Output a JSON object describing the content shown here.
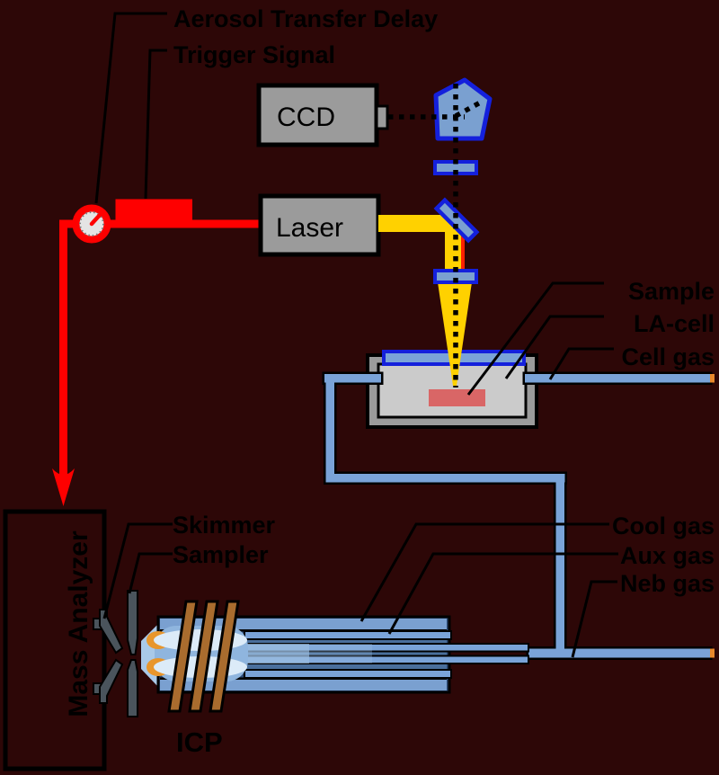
{
  "figure": {
    "title": "LA-ICP-MS instrument schematic",
    "labels": {
      "aerosol_transfer_delay": "Aerosol Transfer Delay",
      "trigger_signal": "Trigger Signal",
      "ccd": "CCD",
      "laser": "Laser",
      "sample": "Sample",
      "la_cell": "LA-cell",
      "cell_gas": "Cell gas",
      "cool_gas": "Cool gas",
      "aux_gas": "Aux gas",
      "neb_gas": "Neb gas",
      "skimmer": "Skimmer",
      "sampler": "Sampler",
      "icp": "ICP",
      "mass_analyzer": "Mass Analyzer"
    },
    "icons": {
      "delay_clock": "clock-icon",
      "trigger_waveform": "square-wave-icon",
      "flow_arrow": "down-arrow-icon"
    },
    "colors": {
      "background": "#2d0707",
      "box_gray": "#9b9b9b",
      "cell_interior_gray": "#cbcbcb",
      "sample_red": "#d96666",
      "optic_fill_blue": "#7aa0d0",
      "optic_border_blue": "#1420dc",
      "tube_blue": "#7aa3d8",
      "torch_dark_blue": "#2c4a75",
      "plasma_white": "#dcebf8",
      "plasma_orange": "#e8962c",
      "tube_end_orange": "#e8882c",
      "coil_brown": "#a96c2e",
      "cone_gray": "#4a545c",
      "beam_yellow": "#ffd100",
      "signal_red": "#fe0000",
      "line_black": "#000000"
    }
  }
}
